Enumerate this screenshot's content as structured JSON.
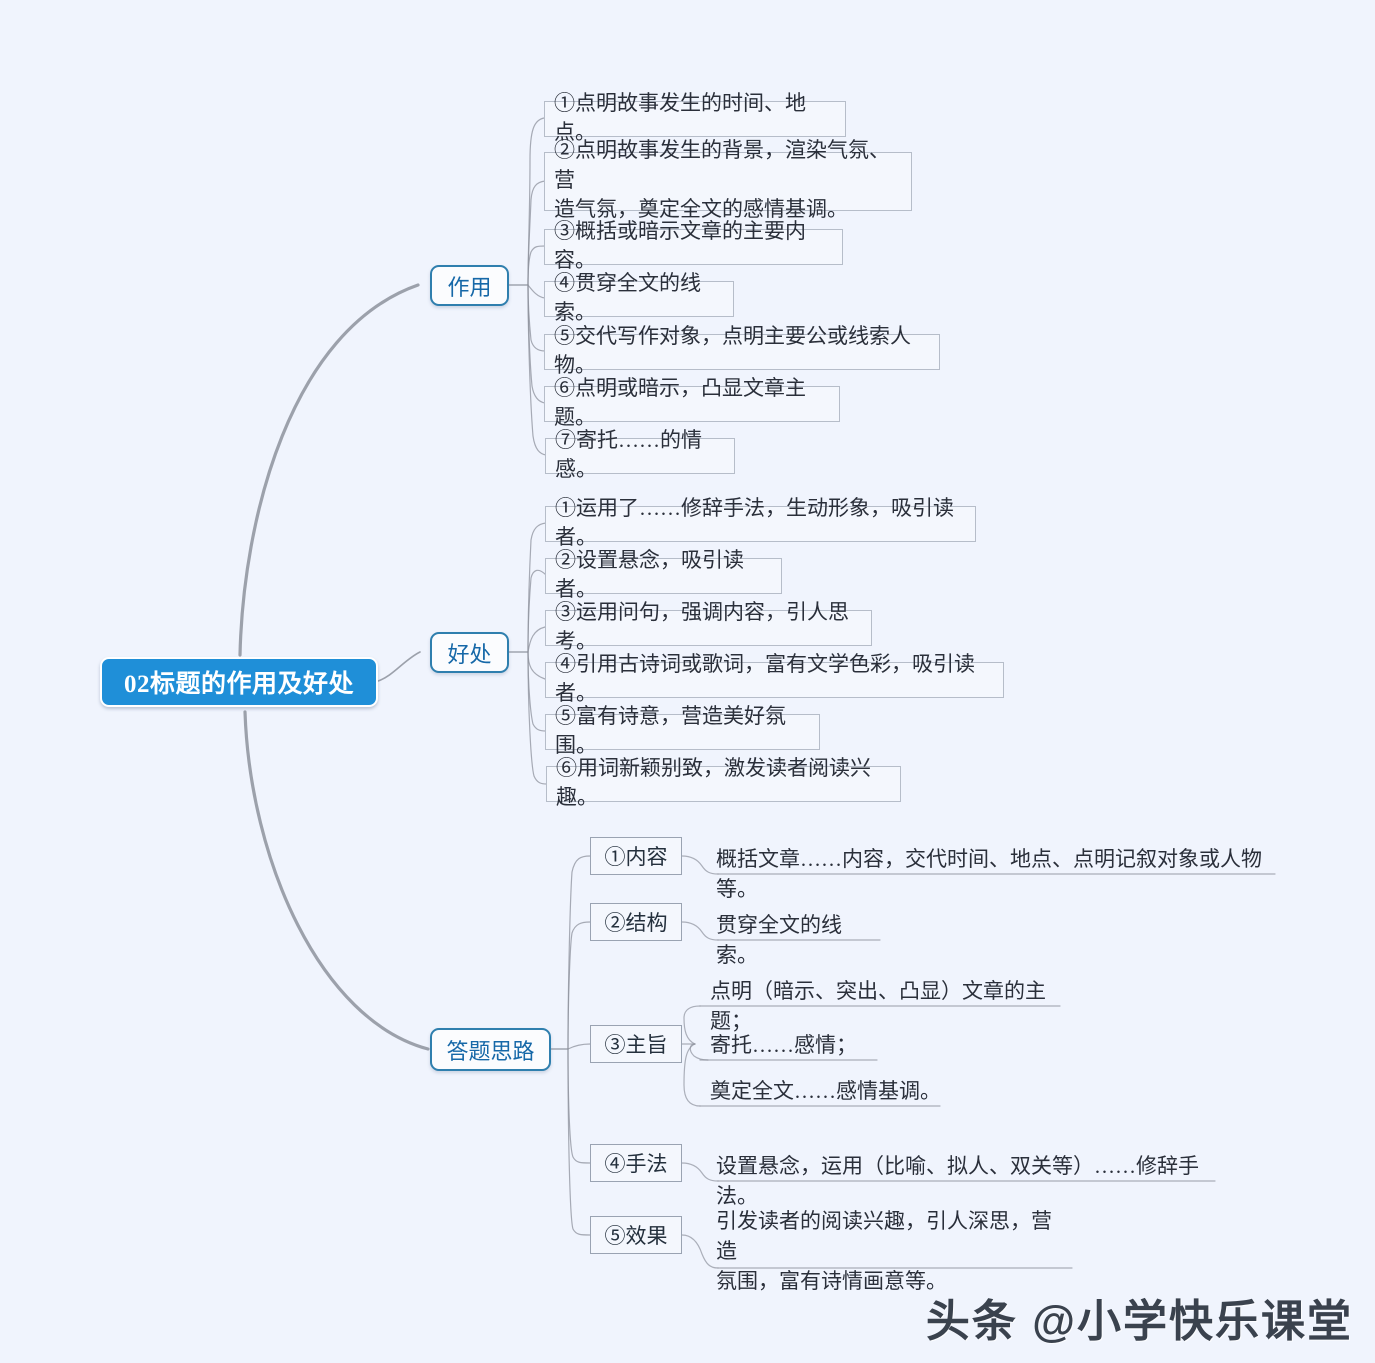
{
  "colors": {
    "background": "#f0f4fd",
    "root_fill": "#1f8fd8",
    "root_text": "#ffffff",
    "branch_border": "#2f7fae",
    "branch_text": "#1668a8",
    "leaf_border": "#b6bdc9",
    "leaf_text": "#2a2f3a",
    "connector": "#8d929c"
  },
  "root": {
    "label": "02标题的作用及好处"
  },
  "branches": [
    {
      "id": "zuoyong",
      "label": "作用"
    },
    {
      "id": "haochu",
      "label": "好处"
    },
    {
      "id": "datisilu",
      "label": "答题思路"
    }
  ],
  "zuoyong_items": [
    {
      "text": "①点明故事发生的时间、地点。"
    },
    {
      "text": "②点明故事发生的背景，渲染气氛、营\n造气氛，奠定全文的感情基调。"
    },
    {
      "text": "③概括或暗示文章的主要内容。"
    },
    {
      "text": "④贯穿全文的线索。"
    },
    {
      "text": "⑤交代写作对象，点明主要公或线索人物。"
    },
    {
      "text": "⑥点明或暗示，凸显文章主题。"
    },
    {
      "text": "⑦寄托……的情感。"
    }
  ],
  "haochu_items": [
    {
      "text": "①运用了……修辞手法，生动形象，吸引读者。"
    },
    {
      "text": "②设置悬念，吸引读者。"
    },
    {
      "text": "③运用问句，强调内容，引人思考。"
    },
    {
      "text": "④引用古诗词或歌词，富有文学色彩，吸引读者。"
    },
    {
      "text": "⑤富有诗意，营造美好氛围。"
    },
    {
      "text": "⑥用词新颖别致，激发读者阅读兴趣。"
    }
  ],
  "datisilu_items": [
    {
      "chip": "①内容",
      "details": [
        "概括文章……内容，交代时间、地点、点明记叙对象或人物等。"
      ]
    },
    {
      "chip": "②结构",
      "details": [
        "贯穿全文的线索。"
      ]
    },
    {
      "chip": "③主旨",
      "details": [
        "点明（暗示、突出、凸显）文章的主题；",
        "寄托……感情；",
        "奠定全文……感情基调。"
      ]
    },
    {
      "chip": "④手法",
      "details": [
        "设置悬念，运用（比喻、拟人、双关等）……修辞手法。"
      ]
    },
    {
      "chip": "⑤效果",
      "details": [
        "引发读者的阅读兴趣，引人深思，营造\n氛围，富有诗情画意等。"
      ]
    }
  ],
  "watermark": {
    "text": "头条 @小学快乐课堂"
  }
}
